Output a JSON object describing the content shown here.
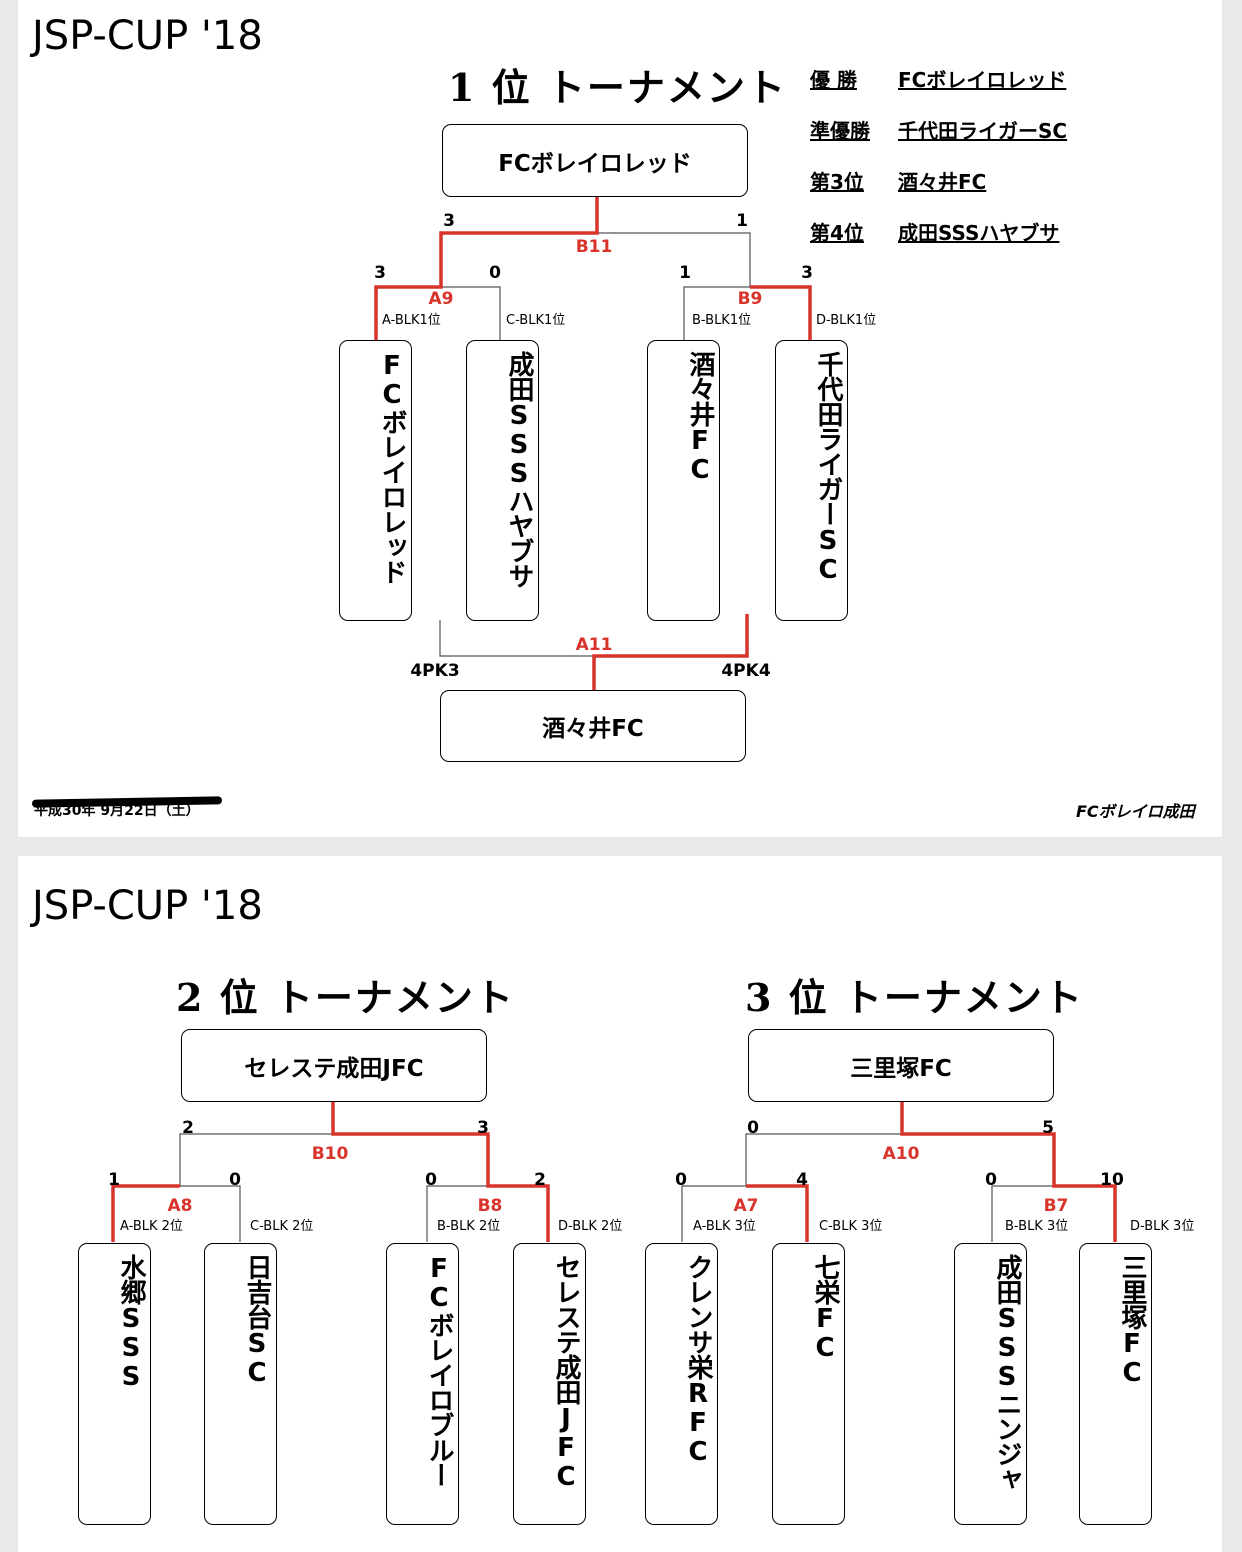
{
  "sheet1": {
    "doc_title": "JSP-CUP '18",
    "tournament_title": "1 位 トーナメント",
    "results": [
      {
        "label": "優 勝",
        "team": "FCボレイロレッド"
      },
      {
        "label": "準優勝",
        "team": "千代田ライガーSC"
      },
      {
        "label": "第3位",
        "team": "酒々井FC"
      },
      {
        "label": "第4位",
        "team": "成田SSSハヤブサ"
      }
    ],
    "champion": "FCボレイロレッド",
    "third_place_winner": "酒々井FC",
    "final": {
      "match": "B11",
      "left_score": "3",
      "right_score": "1"
    },
    "semi_left": {
      "match": "A9",
      "left_score": "3",
      "right_score": "0",
      "left_blk": "A-BLK1位",
      "right_blk": "C-BLK1位"
    },
    "semi_right": {
      "match": "B9",
      "left_score": "1",
      "right_score": "3",
      "left_blk": "B-BLK1位",
      "right_blk": "D-BLK1位"
    },
    "third_match": {
      "match": "A11",
      "left_score": "4PK3",
      "right_score": "4PK4"
    },
    "teams": [
      "FCボレイロレッド",
      "成田SSSハヤブサ",
      "酒々井FC",
      "千代田ライガーSC"
    ],
    "footer_date": "平成30年 9月22日（土）",
    "footer_org": "FCボレイロ成田"
  },
  "sheet2": {
    "doc_title": "JSP-CUP '18",
    "second": {
      "title": "2 位 トーナメント",
      "champion": "セレステ成田JFC",
      "final": {
        "match": "B10",
        "left_score": "2",
        "right_score": "3"
      },
      "semi_left": {
        "match": "A8",
        "left_score": "1",
        "right_score": "0",
        "left_blk": "A-BLK 2位",
        "right_blk": "C-BLK 2位"
      },
      "semi_right": {
        "match": "B8",
        "left_score": "0",
        "right_score": "2",
        "left_blk": "B-BLK 2位",
        "right_blk": "D-BLK 2位"
      },
      "teams": [
        "水郷SSS",
        "日吉台SC",
        "FCボレイロブルー",
        "セレステ成田JFC"
      ]
    },
    "third": {
      "title": "3 位 トーナメント",
      "champion": "三里塚FC",
      "final": {
        "match": "A10",
        "left_score": "0",
        "right_score": "5"
      },
      "semi_left": {
        "match": "A7",
        "left_score": "0",
        "right_score": "4",
        "left_blk": "A-BLK 3位",
        "right_blk": "C-BLK 3位"
      },
      "semi_right": {
        "match": "B7",
        "left_score": "0",
        "right_score": "10",
        "left_blk": "B-BLK 3位",
        "right_blk": "D-BLK 3位"
      },
      "teams": [
        "クレンサ栄RFC",
        "七栄FC",
        "成田SSSニンジャ",
        "三里塚FC"
      ]
    }
  },
  "colors": {
    "winner_line": "#d9342b",
    "line": "#555555"
  }
}
